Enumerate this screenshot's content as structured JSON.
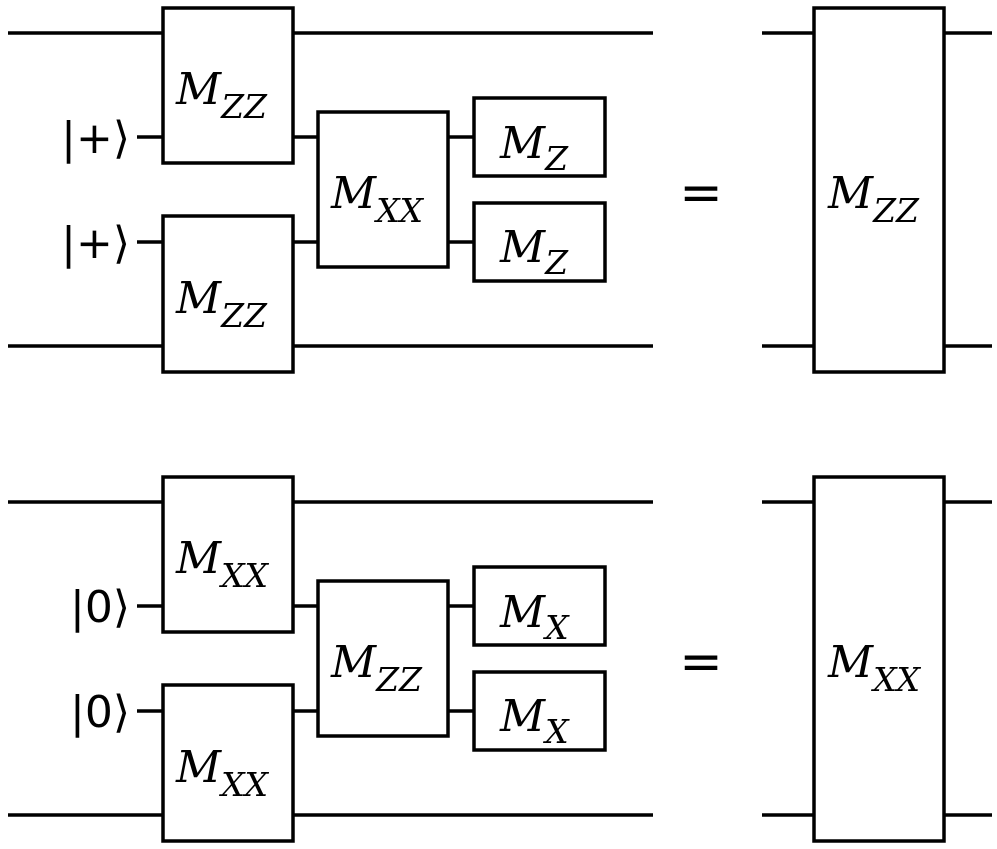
{
  "top": {
    "inputs": [
      "|+⟩",
      "|+⟩"
    ],
    "stage1": {
      "main": "M",
      "sub": "ZZ"
    },
    "stage2": {
      "main": "M",
      "sub": "XX"
    },
    "stage3": {
      "main": "M",
      "sub": "Z"
    },
    "equals": "=",
    "result": {
      "main": "M",
      "sub": "ZZ"
    }
  },
  "bottom": {
    "inputs": [
      "|0⟩",
      "|0⟩"
    ],
    "stage1": {
      "main": "M",
      "sub": "XX"
    },
    "stage2": {
      "main": "M",
      "sub": "ZZ"
    },
    "stage3": {
      "main": "M",
      "sub": "X"
    },
    "equals": "=",
    "result": {
      "main": "M",
      "sub": "XX"
    }
  }
}
